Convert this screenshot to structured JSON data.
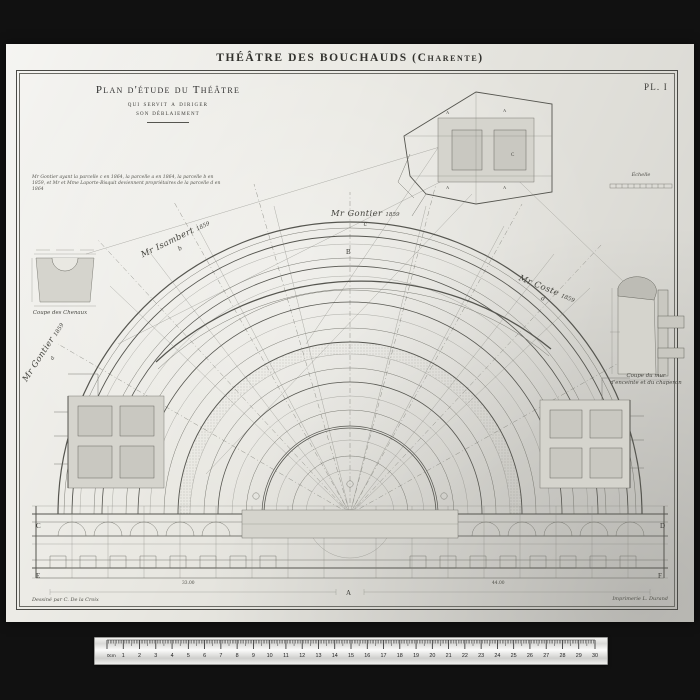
{
  "photo": {
    "background_color": "#111111",
    "paper_color": "#e9e8e2",
    "ink_color": "#3a3a36"
  },
  "plate": {
    "title": "THÉÂTRE DES BOUCHAUDS  (Charente)",
    "plate_number": "PL. I",
    "title_block": {
      "line1": "Plan d'étude du Théâtre",
      "line2": "qui servit a diriger",
      "line3": "son déblaiement"
    },
    "note": "Mr Gontier ayant la parcelle c en 1864, la parcelle a en 1864, la parcelle b en 1859, et Mr et Mme Laporte-Bisquit deviennent propriétaires de la parcelle d en 1864",
    "scale_label": "Échelle",
    "signature_left": "Dessiné par C. De la Croix",
    "signature_right": "Imprimerie L. Durand"
  },
  "owners": [
    {
      "id": "a",
      "name": "Mr Gontier",
      "year": "1859",
      "letter": "a"
    },
    {
      "id": "b",
      "name": "Mr Isambert",
      "year": "1859",
      "letter": "b"
    },
    {
      "id": "c",
      "name": "Mr Gontier",
      "year": "1859",
      "letter": "c"
    },
    {
      "id": "d",
      "name": "Mr Coste",
      "year": "1859",
      "letter": "d"
    }
  ],
  "insets": {
    "left_caption": "Coupe des Chenaux",
    "right_caption_line1": "Coupe du mur",
    "right_caption_line2": "d'enceinte et du chaperon"
  },
  "axis_markers": {
    "b_top": "B",
    "a_bottom": "A",
    "c_left": "C",
    "d_right": "D",
    "e_left": "E",
    "f_right": "F"
  },
  "dimensions": {
    "bottom_left": "33.00",
    "bottom_right": "44.00"
  },
  "ruler": {
    "unit_label": "0cm",
    "max": 30,
    "ticks": [
      1,
      2,
      3,
      4,
      5,
      6,
      7,
      8,
      9,
      10,
      11,
      12,
      13,
      14,
      15,
      16,
      17,
      18,
      19,
      20,
      21,
      22,
      23,
      24,
      25,
      26,
      27,
      28,
      29,
      30
    ]
  }
}
